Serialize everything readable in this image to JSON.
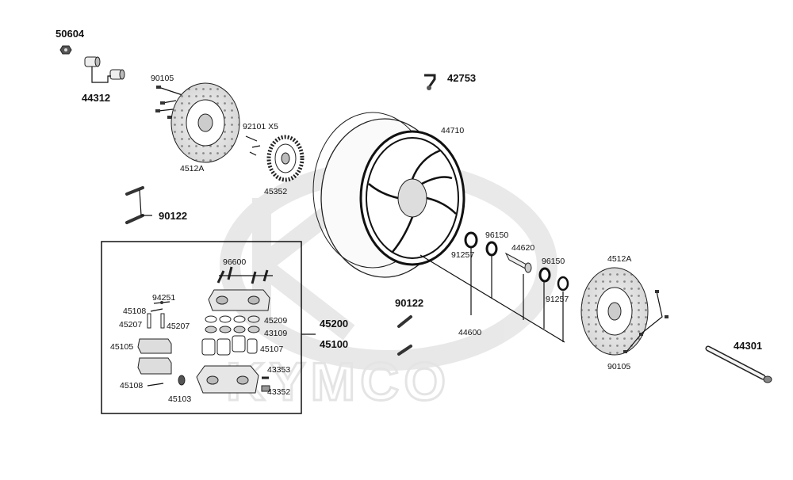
{
  "watermark": {
    "brand": "KYMCO"
  },
  "labels": {
    "p50604": "50604",
    "p44312": "44312",
    "p90105_top": "90105",
    "p4512A_top": "4512A",
    "p92101": "92101 X5",
    "p45352": "45352",
    "p42753": "42753",
    "p44710": "44710",
    "p90122_left": "90122",
    "p96600": "96600",
    "p94251": "94251",
    "p45108_a": "45108",
    "p45207_a": "45207",
    "p45207_b": "45207",
    "p45105": "45105",
    "p45209": "45209",
    "p43109": "43109",
    "p45107": "45107",
    "p43353": "43353",
    "p45108_b": "45108",
    "p45103": "45103",
    "p43352": "43352",
    "p45200": "45200",
    "p45100": "45100",
    "p90122_mid": "90122",
    "p91257_a": "91257",
    "p96150_a": "96150",
    "p44620": "44620",
    "p96150_b": "96150",
    "p91257_b": "91257",
    "p44600": "44600",
    "p4512A_right": "4512A",
    "p90105_right": "90105",
    "p44301": "44301"
  }
}
